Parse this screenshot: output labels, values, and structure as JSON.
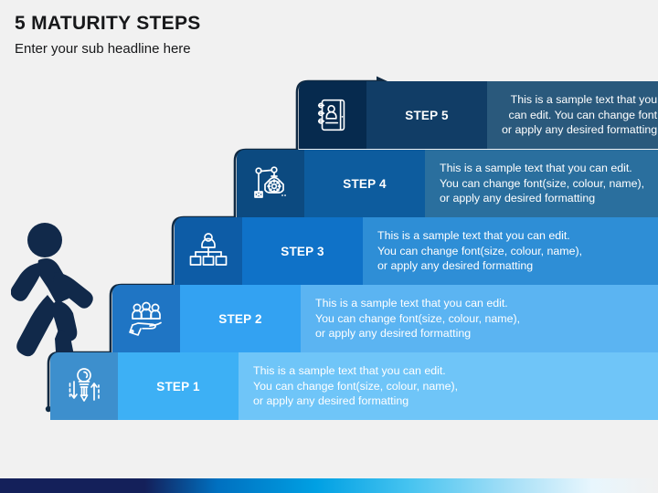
{
  "header": {
    "title": "5 MATURITY STEPS",
    "subtitle": "Enter your sub headline here"
  },
  "colors": {
    "background": "#f1f1f1",
    "outline": "#102a43",
    "walker": "#11294a",
    "step1_icon": "#3d8fcd",
    "step1_label": "#3db0f5",
    "step1_text": "#6fc5f8",
    "step2_icon": "#1f75c4",
    "step2_label": "#33a2f2",
    "step2_text": "#5bb4f2",
    "step3_icon": "#0d5ca6",
    "step3_label": "#0f72c8",
    "step3_text": "#2e8ed6",
    "step4_icon": "#0c4a80",
    "step4_label": "#0d5c9e",
    "step4_text": "#2a6f9e",
    "step5_icon": "#062a4e",
    "step5_label": "#113d66",
    "step5_text": "#2a597c",
    "bottom_bar_start": "#14205a",
    "bottom_bar_end": "#f1f1f1"
  },
  "steps": [
    {
      "id": "step-1",
      "label": "STEP 1",
      "icon": "lightbulb-arrows-icon",
      "lines": [
        "This is a sample text that you can edit.",
        "You can change font(size, colour, name),",
        "or apply any desired formatting"
      ]
    },
    {
      "id": "step-2",
      "label": "STEP 2",
      "icon": "hand-holding-people-icon",
      "lines": [
        "This is a sample text that you can edit.",
        "You can change font(size, colour, name),",
        "or apply any desired formatting"
      ]
    },
    {
      "id": "step-3",
      "label": "STEP 3",
      "icon": "org-chart-icon",
      "lines": [
        "This is a sample text that you can edit.",
        "You can change font(size, colour, name),",
        "or apply any desired formatting"
      ]
    },
    {
      "id": "step-4",
      "label": "STEP 4",
      "icon": "robot-arm-gear-icon",
      "lines": [
        "This is a sample text that you can edit.",
        "You can change font(size, colour, name),",
        "or apply any desired formatting"
      ]
    },
    {
      "id": "step-5",
      "label": "STEP 5",
      "icon": "contact-book-icon",
      "lines": [
        "This is a sample text that you",
        "can edit. You can change font",
        "or apply any desired formatting"
      ]
    }
  ],
  "decorations": {
    "walker": "walking-person-icon",
    "stair_outline": "staircase-outline-arrow",
    "bottom_bar": "gradient-footer-bar"
  }
}
